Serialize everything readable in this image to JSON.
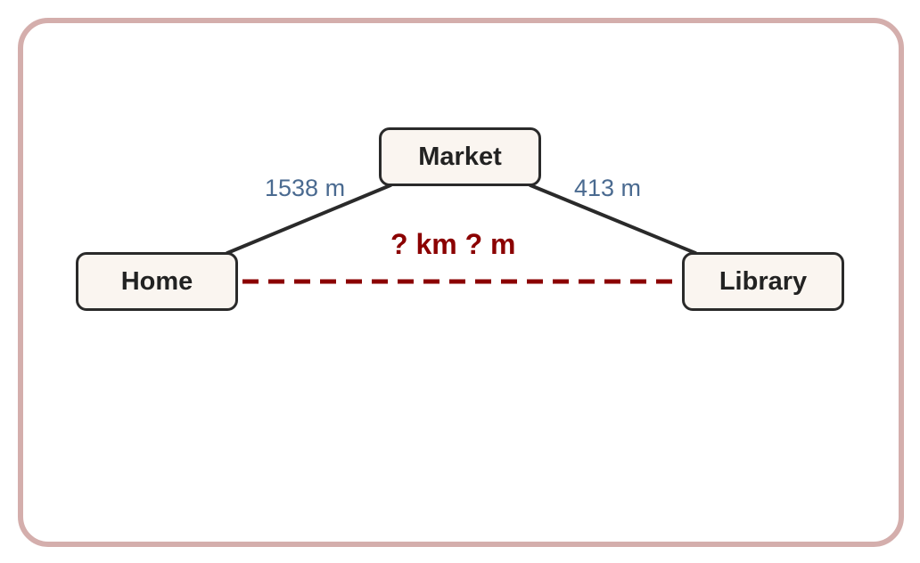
{
  "places": {
    "home": "Home",
    "market": "Market",
    "library": "Library"
  },
  "distances": {
    "home_market": "1538 m",
    "market_library": "413 m",
    "home_library_unknown": "? km ? m"
  },
  "colors": {
    "frame_border": "#d4aeac",
    "node_fill": "#faf5f0",
    "node_border": "#2a2a2a",
    "known_distance_text": "#4a6a90",
    "unknown_distance": "#8b0000"
  }
}
